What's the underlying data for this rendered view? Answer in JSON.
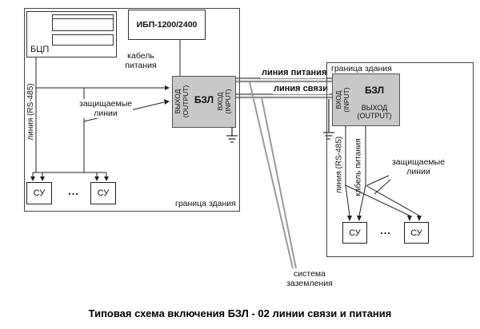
{
  "caption": "Типовая схема включения БЗЛ - 02 линии связи и питания",
  "colors": {
    "bzl_fill": "#c8c8c8",
    "cable_gray": "#8f8f8f",
    "wire_black": "#222222"
  },
  "left_building": {
    "boundary_label": "граница здания",
    "bcp": {
      "label": "БЦП"
    },
    "ups": {
      "label": "ИБП-1200/2400"
    },
    "power_cable_label": "кабель\nпитания",
    "rs485_label": "линия  (RS-485)",
    "protected_lines_label": "защищаемые\nлинии",
    "bzl": {
      "title": "БЗЛ",
      "output_port": "ВЫХОД\n(OUTPUT)",
      "input_port": "ВХОД\n(INPUT)"
    },
    "su": [
      "СУ",
      "СУ"
    ],
    "ellipsis": "..."
  },
  "links": {
    "power_line_label": "линия питания",
    "comm_line_label": "линия связи"
  },
  "right_building": {
    "boundary_label": "граница здания",
    "bzl": {
      "title": "БЗЛ",
      "input_port": "ВХОД\n(INPUT)",
      "output_caption": "ВЫХОД\n(OUTPUT)"
    },
    "rs485_label": "линия  (RS-485)",
    "power_cable_label": "кабель питания",
    "protected_lines_label": "защищаемые\nлинии",
    "su": [
      "СУ",
      "СУ"
    ],
    "ellipsis": "..."
  },
  "grounding": {
    "label": "система\nзаземления"
  }
}
